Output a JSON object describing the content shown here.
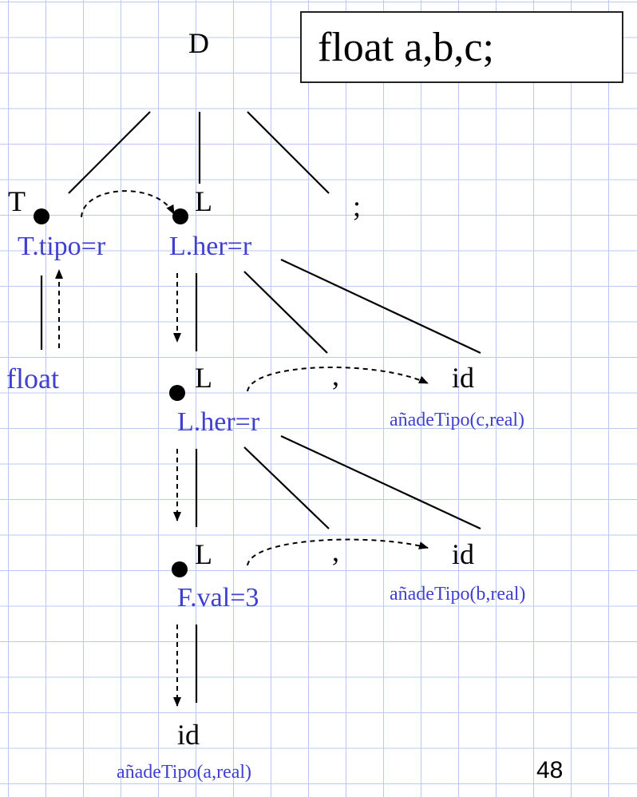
{
  "code_box": "float a,b,c;",
  "page_number": "48",
  "nodes": {
    "root": "D",
    "t": "T",
    "l1": "L",
    "semicolon": ";",
    "float_kw": "float",
    "l2": "L",
    "comma1": ",",
    "id1": "id",
    "l3": "L",
    "comma2": ",",
    "id2": "id",
    "id3": "id"
  },
  "attributes": {
    "t_tipo": "T.tipo=r",
    "l1_her": "L.her=r",
    "l2_her": "L.her=r",
    "f_val": "F.val=3"
  },
  "actions": {
    "c": "añadeTipo(c,real)",
    "b": "añadeTipo(b,real)",
    "a": "añadeTipo(a,real)"
  },
  "colors": {
    "attribute_text": "#3f3fd0",
    "grid": "#b9c9f0",
    "node_text": "#000000"
  }
}
